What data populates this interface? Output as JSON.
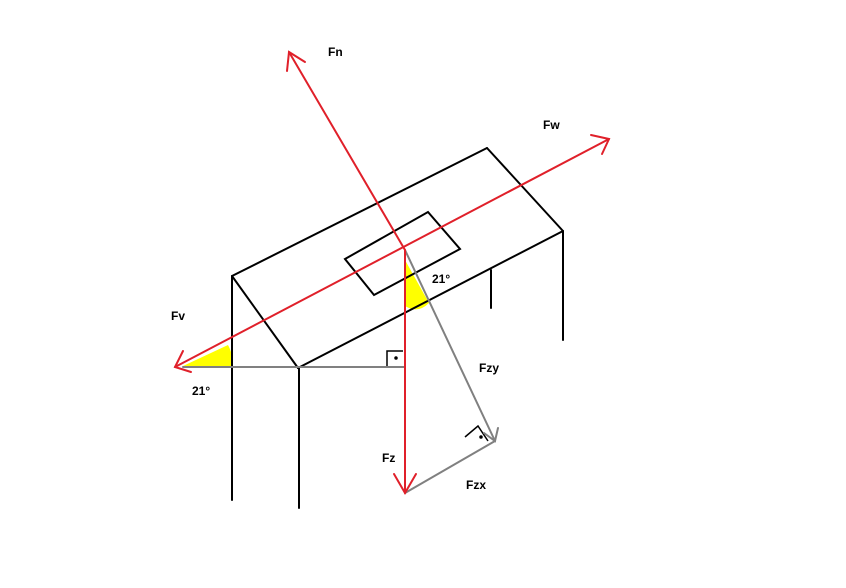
{
  "colors": {
    "force": "#e0202a",
    "component": "#808080",
    "structure": "#000000",
    "angle_fill": "#ffff00",
    "background": "#ffffff"
  },
  "labels": {
    "fn": "Fn",
    "fw": "Fw",
    "fv": "Fv",
    "fz": "Fz",
    "fzy": "Fzy",
    "fzx": "Fzx",
    "angle_left": "21°",
    "angle_center": "21°"
  }
}
